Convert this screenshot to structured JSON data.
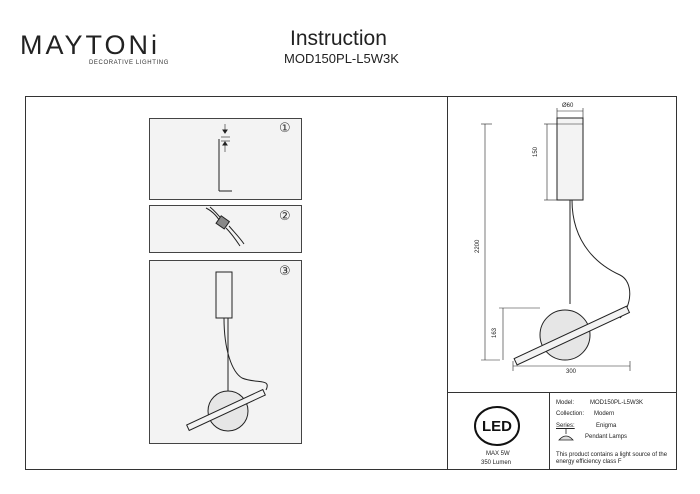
{
  "header": {
    "logo_text": "MAYTONi",
    "logo_sub": "DECORATIVE LIGHTING",
    "title": "Instruction",
    "model": "MOD150PL-L5W3K"
  },
  "steps": [
    {
      "label": "①"
    },
    {
      "label": "②"
    },
    {
      "label": "③"
    }
  ],
  "dimensions": {
    "diameter": "Ø60",
    "canopy_height": "150",
    "total_height": "2200",
    "ring_height": "163",
    "width": "300"
  },
  "specs": {
    "led_badge": "LED",
    "power": "MAX 5W",
    "lumen": "350 Lumen",
    "model_label": "Model:",
    "model_value": "MOD150PL-L5W3K",
    "collection_label": "Collection:",
    "collection_value": "Modern",
    "series_label": "Series:",
    "series_value": "Enigma",
    "type_value": "Pendant Lamps",
    "energy_note_1": "This product contains a light source of the",
    "energy_note_2": "energy efficiency class F"
  }
}
